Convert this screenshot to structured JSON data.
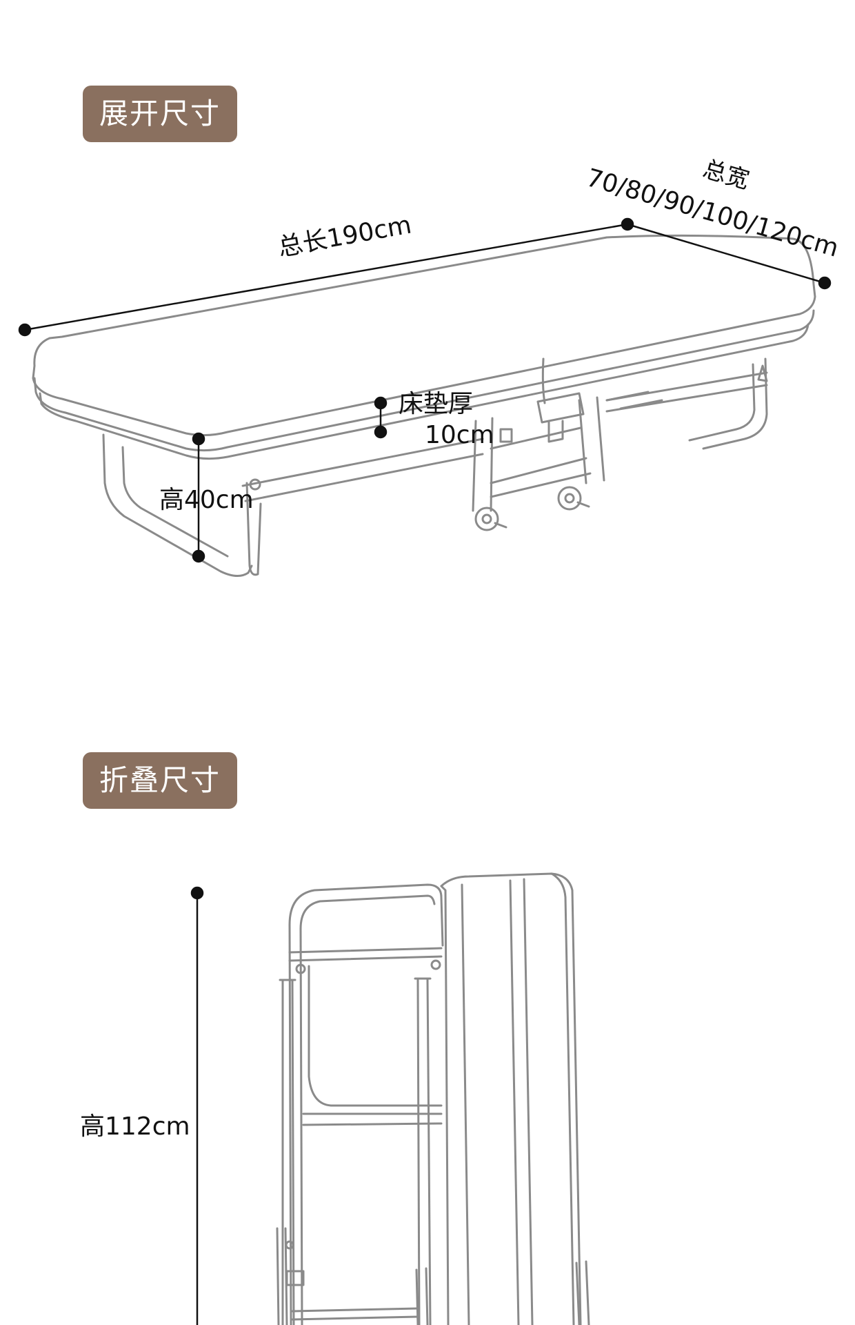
{
  "sections": {
    "unfolded": {
      "title": "展开尺寸",
      "dimensions": {
        "length": "总长190cm",
        "width_title": "总宽",
        "width_values": "70/80/90/100/120cm",
        "height": "高40cm",
        "mattress_title": "床垫厚",
        "mattress_value": "10cm"
      }
    },
    "folded": {
      "title": "折叠尺寸",
      "dimensions": {
        "height": "高112cm"
      }
    }
  },
  "colors": {
    "badge": "#8a705f",
    "line": "#111111",
    "sketch": "#8a8a8a"
  }
}
